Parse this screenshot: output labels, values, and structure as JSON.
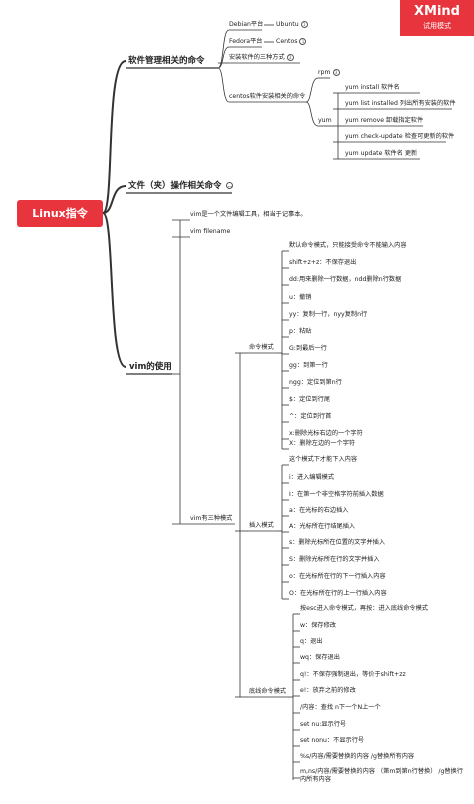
{
  "badge": {
    "brand": "XMind",
    "mode": "试用模式"
  },
  "root": "Linux指令",
  "colors": {
    "root": "#e8343d",
    "line": "#333333",
    "badge": "#e8343d"
  },
  "icons": {
    "collapse": "collapse-circle-icon",
    "comment": "comment-icon"
  },
  "software": {
    "label": "软件管理相关的命令",
    "debian": {
      "label": "Debian平台",
      "child": "Ubuntu"
    },
    "fedora": {
      "label": "Fedora平台",
      "child": "Centos"
    },
    "three_ways": "安装软件的三种方式",
    "centos": {
      "label": "centos软件安装相关的命令",
      "rpm": "rpm",
      "yum": "yum",
      "yum_items": [
        "yum install 软件名",
        "yum list installed 列出所有安装的软件",
        "yum remove 卸载指定软件",
        "yum check-update 检查可更新的软件",
        "yum update 软件名 更新"
      ]
    }
  },
  "files": {
    "label": "文件（夹）操作相关命令"
  },
  "vim": {
    "label": "vim的使用",
    "intro": "vim是一个文件编辑工具，相当于记事本。",
    "open": "vim filename",
    "modes": "vim有三种模式",
    "command": {
      "label": "命令模式",
      "items": [
        "默认命令模式，只能接受命令不能输入内容",
        "shift+z+z：不保存退出",
        "dd:用来删除一行数据，ndd删除n行数据",
        "u：撤销",
        "yy：复制一行，nyy复制n行",
        "p：粘贴",
        "G:到最后一行",
        "gg：到第一行",
        "ngg：定位到第n行",
        "$：定位到行尾",
        "^：定位到行首",
        "x:删除光标右边的一个字符",
        "X：删除左边的一个字符"
      ]
    },
    "insert": {
      "label": "插入模式",
      "items": [
        "这个模式下才能下入内容",
        "i：进入编辑模式",
        "I：在第一个非空格字符前插入数据",
        "a：在光标的右边插入",
        "A：光标所在行结尾插入",
        "s：删除光标所在位置的文字并插入",
        "S：删除光标所在行的文字并插入",
        "o：在光标所在行的下一行插入内容",
        "O：在光标所在行的上一行插入内容"
      ]
    },
    "lastline": {
      "label": "底线命令模式",
      "items": [
        "按esc进入命令模式，再按：进入底线命令模式",
        "w：保存修改",
        "q：退出",
        "wq：保存退出",
        "q!：不保存强制退出，等价于shift+zz",
        "e!：放弃之前的修改",
        "/内容：查找 n下一个N上一个",
        "set nu:显示行号",
        "set nonu：不显示行号",
        "%s/内容/需要替换的内容 /g替换所有内容",
        "m,ns/内容/需要替换的内容 （第m到第n行替换） /g替换行内所有内容"
      ]
    }
  }
}
